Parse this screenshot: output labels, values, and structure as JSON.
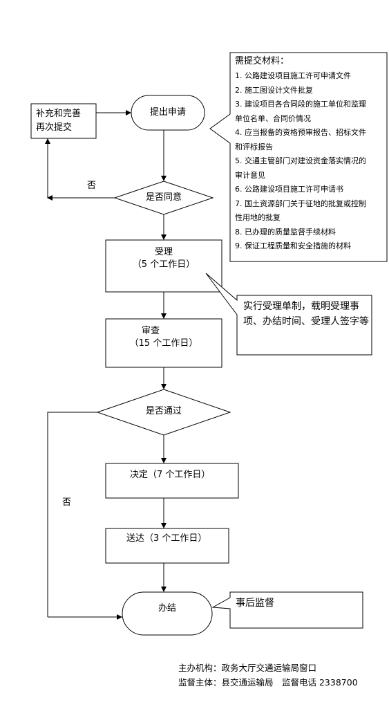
{
  "nodes": {
    "supplement": {
      "line1": "补充和完善",
      "line2": "再次提交"
    },
    "submit": "提出申请",
    "agree": "是否同意",
    "no1": "否",
    "accept": {
      "title": "受理",
      "days": "（5 个工作日）"
    },
    "review": {
      "title": "审查",
      "days": "（15 个工作日）"
    },
    "pass": "是否通过",
    "no2": "否",
    "decide": "决定（7 个工作日）",
    "deliver": "送达（3 个工作日）",
    "finish": "办结"
  },
  "materials": {
    "title": "需提交材料：",
    "lines": [
      "1. 公路建设项目施工许可申请文件",
      "2. 施工图设计文件批复",
      "3. 建设项目各合同段的施工单位和监理",
      "单位名单、合同价情况",
      "4. 应当报备的资格预审报告、招标文件",
      "和评标报告",
      "5. 交通主管部门对建设资金落实情况的",
      "审计意见",
      "6. 公路建设项目施工许可申请书",
      "7. 国土资源部门关于征地的批复或控制",
      "性用地的批复",
      "8. 已办理的质量监督手续材料",
      "9. 保证工程质量和安全措施的材料"
    ]
  },
  "notes": {
    "accept_note": "实行受理单制，载明受理事项、办结时间、受理人签字等",
    "supervision": "事后监督"
  },
  "footer": {
    "host": "主办机构：政务大厅交通运输局窗口",
    "supervisor": "监督主体：县交通运输局　监督电话  2338700"
  }
}
